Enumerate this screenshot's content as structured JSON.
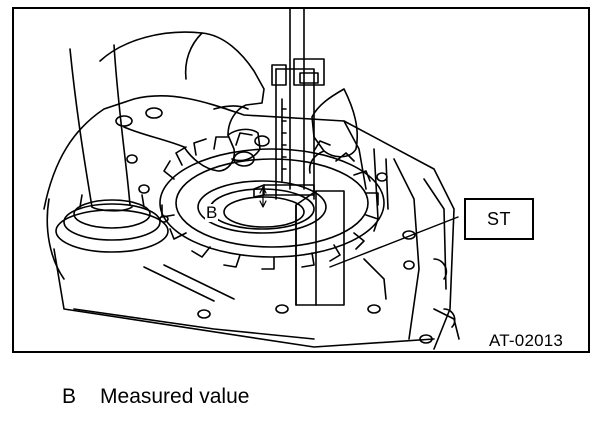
{
  "figure": {
    "callout_label": "ST",
    "dimension_label": "B",
    "figure_id": "AT-02013"
  },
  "legend": {
    "items": [
      {
        "key": "B",
        "text": "Measured value"
      }
    ]
  }
}
